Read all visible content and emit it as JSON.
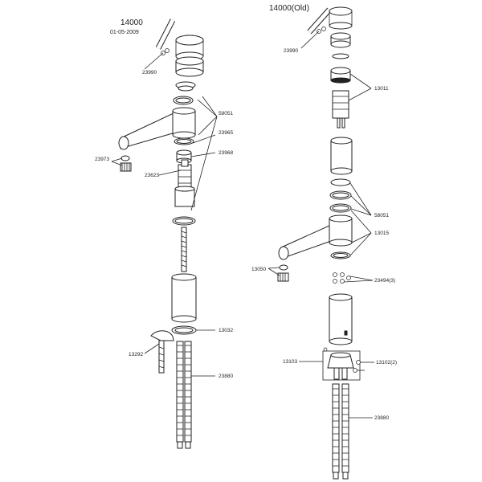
{
  "left_diagram": {
    "model": "14000",
    "date": "01-05-2009",
    "labels": [
      "23990",
      "58051",
      "23965",
      "23968",
      "23973",
      "23623",
      "13032",
      "13292",
      "23880"
    ]
  },
  "right_diagram": {
    "model": "14000(Old)",
    "labels": [
      "23990",
      "13011",
      "58051",
      "13015",
      "13050",
      "23494(3)",
      "13103",
      "13102(2)",
      "23880"
    ]
  }
}
